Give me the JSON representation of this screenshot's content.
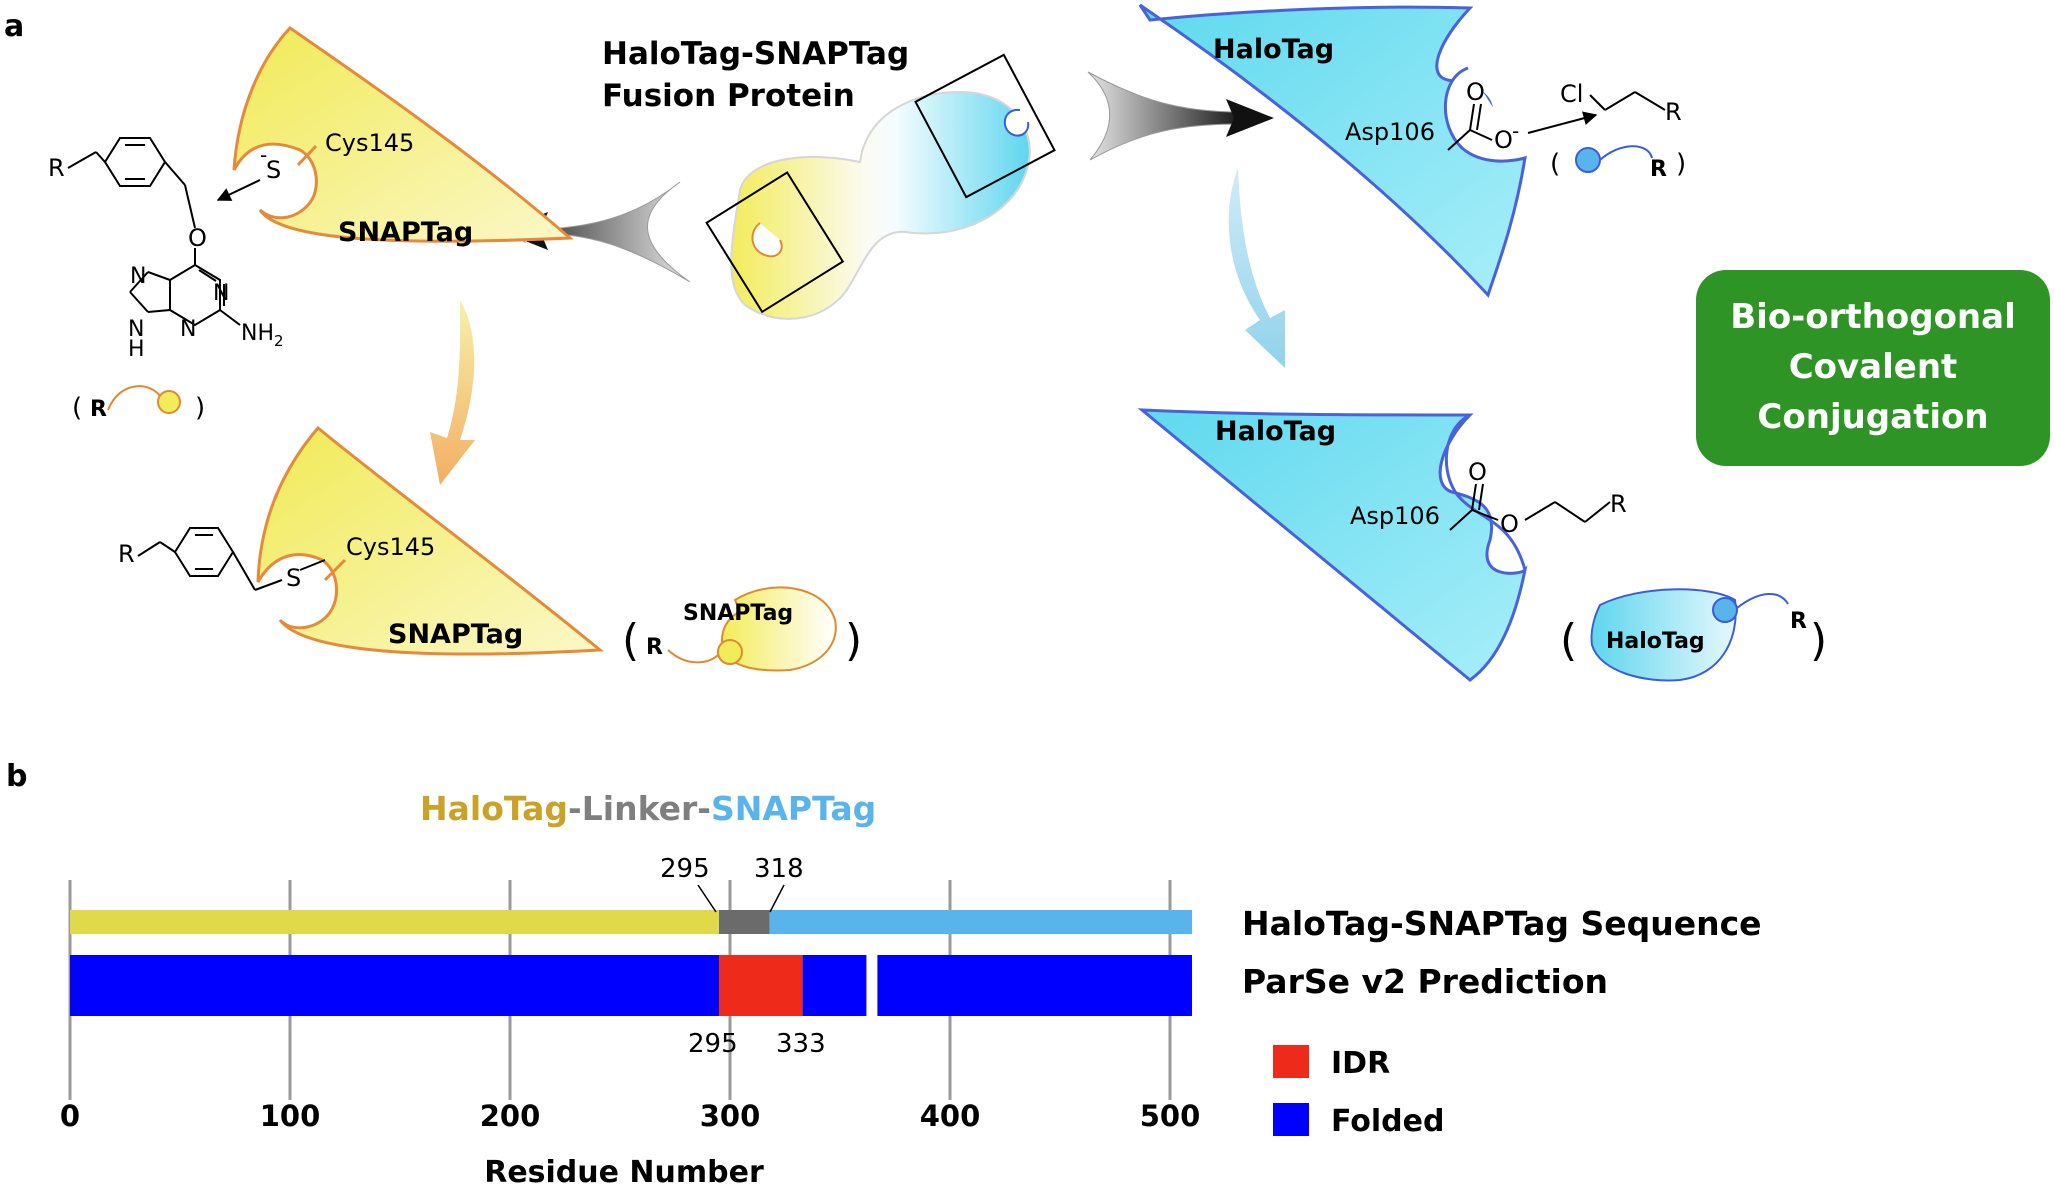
{
  "panel_a": {
    "label": "a",
    "fusion_title": [
      "HaloTag-SNAPTag",
      "Fusion Protein"
    ],
    "snap": {
      "enzyme_label": "SNAPTag",
      "residue": "Cys145",
      "thiolate": "S",
      "thiolate_charge": "-",
      "substrate_R": "R",
      "ring_O": "O",
      "purine_N": "N",
      "purine_NH": "H",
      "amine": "NH",
      "amine_sub": "2",
      "legend_R": "R",
      "product_residue": "Cys145",
      "product_S": "S",
      "product_R": "R",
      "product_label": "SNAPTag",
      "small_label": "SNAPTag",
      "small_R": "R"
    },
    "halo": {
      "enzyme_label": "HaloTag",
      "residue": "Asp106",
      "carboxylate_O": "O",
      "carboxylate_charge": "-",
      "chloride": "Cl",
      "substrate_R": "R",
      "legend_R": "R",
      "product_label": "HaloTag",
      "product_residue": "Asp106",
      "product_O": "O",
      "product_R": "R",
      "small_label": "HaloTag",
      "small_R": "R"
    },
    "badge": [
      "Bio-orthogonal",
      "Covalent",
      "Conjugation"
    ],
    "paren_open": "(",
    "paren_close": ")"
  },
  "panel_b": {
    "label": "b",
    "construct_title": {
      "part1": "HaloTag",
      "dash1": "-",
      "part2": "Linker",
      "dash2": "-",
      "part3": "SNAPTag"
    },
    "colors": {
      "halo_title": "#c9a227",
      "linker_title": "#7f7f7f",
      "snap_title": "#5ab4ec",
      "seq_halo": "#e0d94a",
      "seq_linker": "#6b6b6b",
      "seq_snap": "#5ab4ec",
      "idr": "#ee2a1b",
      "folded": "#0000ff"
    },
    "row_labels": {
      "sequence": "HaloTag-SNAPTag Sequence",
      "prediction": "ParSe v2 Prediction"
    },
    "legend": [
      {
        "label": "IDR",
        "color": "#ee2a1b"
      },
      {
        "label": "Folded",
        "color": "#0000ff"
      }
    ],
    "xaxis": {
      "label": "Residue Number",
      "ticks": [
        0,
        100,
        200,
        300,
        400,
        500
      ],
      "range": [
        0,
        510
      ]
    },
    "sequence_segments": [
      {
        "start": 0,
        "end": 295,
        "part": "HaloTag"
      },
      {
        "start": 295,
        "end": 318,
        "part": "Linker"
      },
      {
        "start": 318,
        "end": 510,
        "part": "SNAPTag"
      }
    ],
    "prediction_segments": [
      {
        "start": 0,
        "end": 295,
        "kind": "Folded"
      },
      {
        "start": 295,
        "end": 333,
        "kind": "IDR"
      },
      {
        "start": 333,
        "end": 362,
        "kind": "Folded"
      },
      {
        "start": 367,
        "end": 510,
        "kind": "Folded"
      }
    ],
    "annotations": {
      "seq_start": "295",
      "seq_end": "318",
      "idr_start": "295",
      "idr_end": "333"
    }
  }
}
